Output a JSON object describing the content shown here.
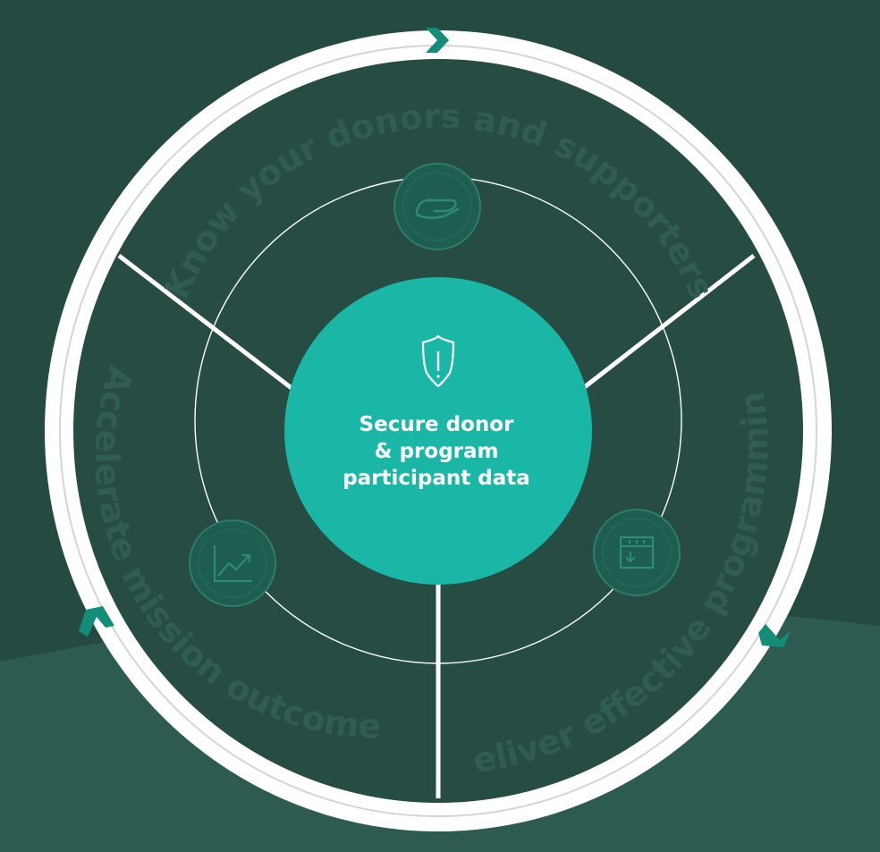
{
  "diagram": {
    "center": {
      "lines": [
        "Secure donor",
        "& program",
        "participant data"
      ],
      "icon": "shield-alert-icon"
    },
    "segments": [
      {
        "label": "Know your donors and supporters",
        "icon": "hand-icon"
      },
      {
        "label": "Deliver effective programming",
        "icon": "calendar-download-icon"
      },
      {
        "label": "Accelerate mission outcomes",
        "icon": "growth-chart-icon"
      }
    ],
    "colors": {
      "background": "#244a42",
      "lower_band": "#2d5a51",
      "wheel_fill": "#264c44",
      "center_fill": "#1ab7a6",
      "accent": "#138c78",
      "ring": "#ffffff",
      "segment_text": "#305d53",
      "icon_badge": "#1d5e50"
    }
  }
}
